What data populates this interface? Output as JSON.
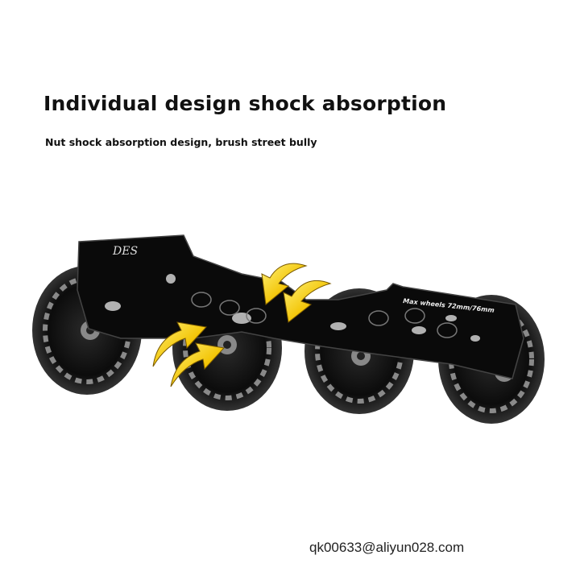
{
  "heading": {
    "title": "Individual design shock absorption",
    "subtitle": "Nut shock absorption design, brush street bully"
  },
  "product": {
    "frame_label": "Max wheels 72mm/76mm",
    "logo_text": "DES",
    "wheel_count": 4,
    "colors": {
      "frame": "#0a0a0a",
      "wheel": "#111111",
      "graphic": "#c8c8c8",
      "arrow": "#f2c200"
    },
    "icons": [
      "yellow-curved-arrow-icon"
    ]
  },
  "watermark": "qk00633@aliyun028.com"
}
